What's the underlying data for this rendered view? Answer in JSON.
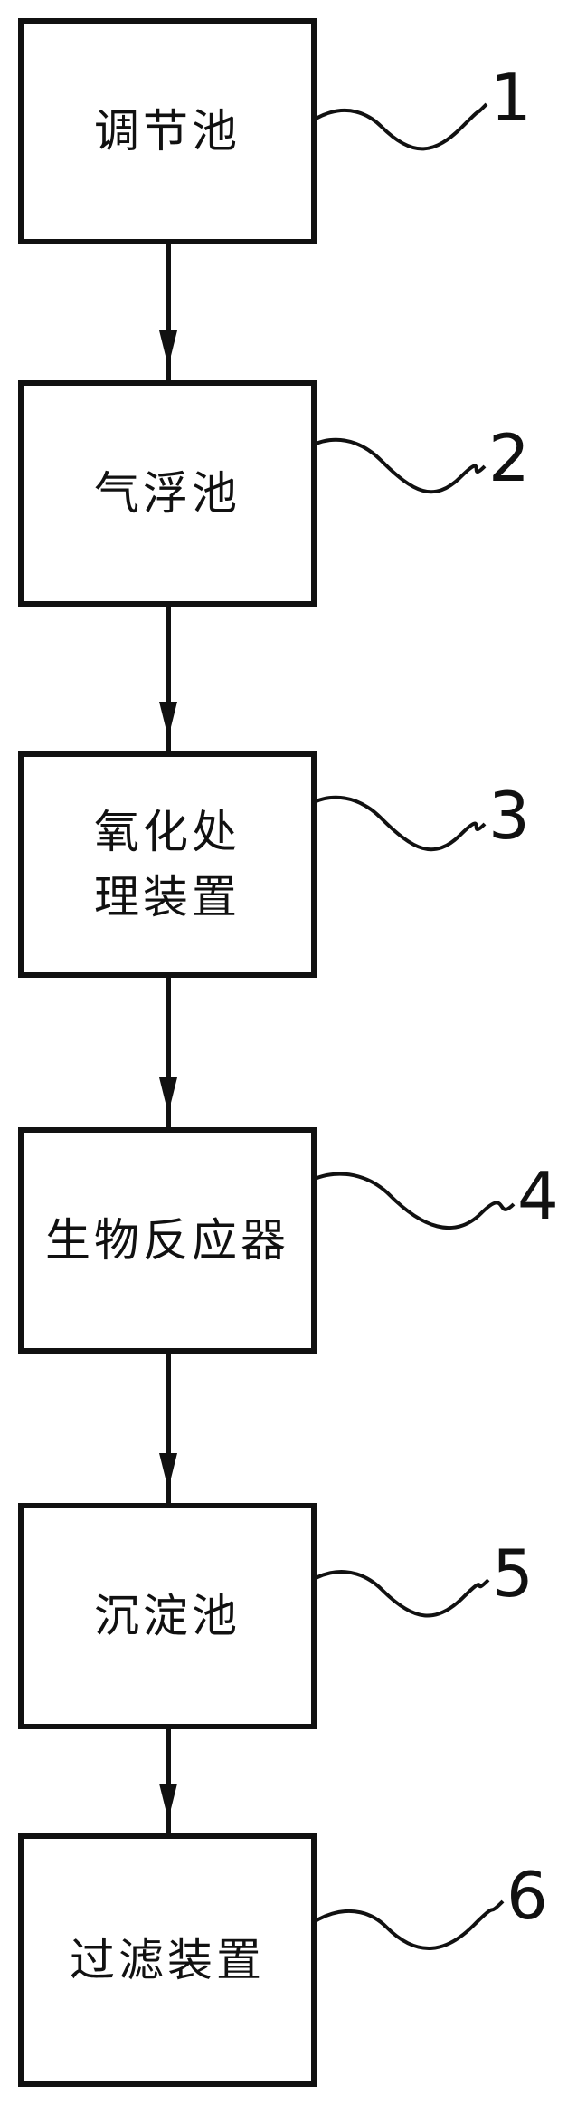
{
  "diagram": {
    "steps": [
      {
        "label": "调节池",
        "number": "1"
      },
      {
        "label": "气浮池",
        "number": "2"
      },
      {
        "label": "氧化处\n理装置",
        "number": "3"
      },
      {
        "label": "生物反应器",
        "number": "4"
      },
      {
        "label": "沉淀池",
        "number": "5"
      },
      {
        "label": "过滤装置",
        "number": "6"
      }
    ],
    "colors": {
      "line": "#111111",
      "background": "#ffffff"
    }
  }
}
